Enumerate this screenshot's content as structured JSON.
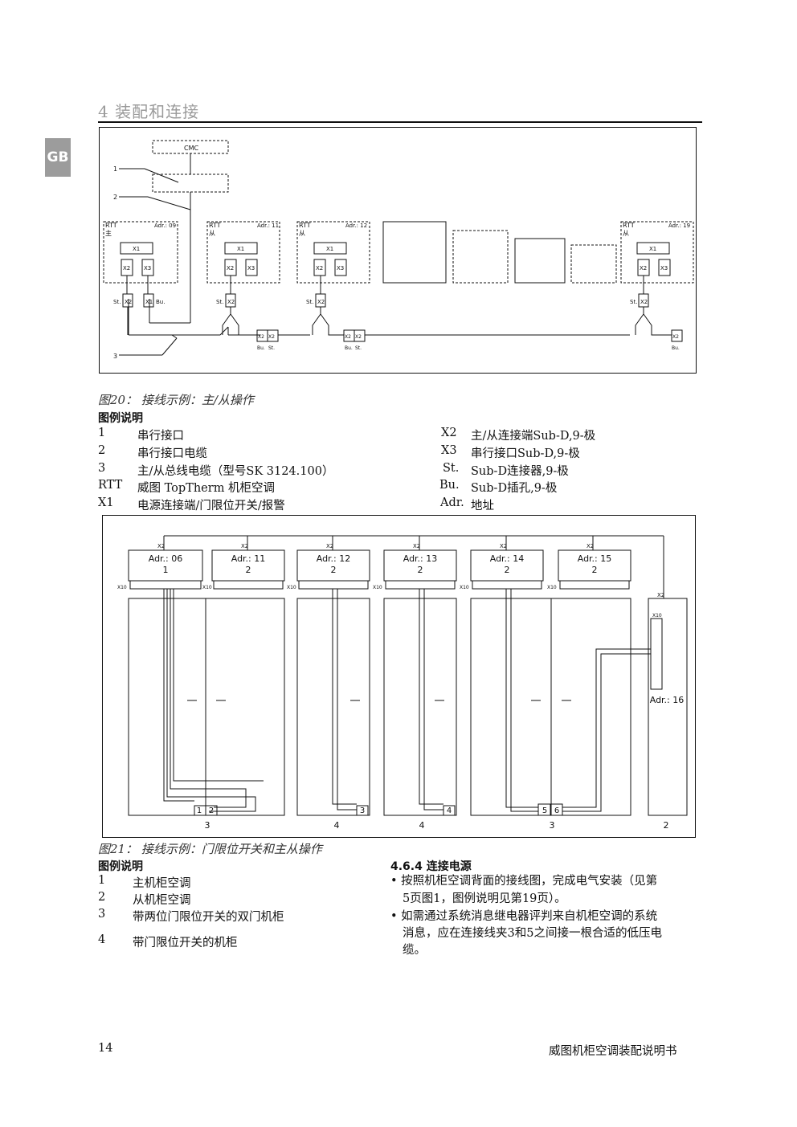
{
  "header": {
    "chapter_title": "4   装配和连接",
    "language_tab": "GB"
  },
  "fig20": {
    "cmc_label": "CMC",
    "callouts": [
      "1",
      "2",
      "3"
    ],
    "units": [
      {
        "rtt": "RTT",
        "role": "主",
        "addr": "Adr.: 09"
      },
      {
        "rtt": "RTT",
        "role": "从",
        "addr": "Adr.: 11"
      },
      {
        "rtt": "RTT",
        "role": "从",
        "addr": "Adr.: 12"
      },
      {
        "rtt": "RTT",
        "role": "从",
        "addr": "Adr.: 19"
      }
    ],
    "x1": "X1",
    "x2": "X2",
    "x3": "X3",
    "st": "St.",
    "bu": "Bu.",
    "caption": "图20：    接线示例：主/从操作"
  },
  "legend20": {
    "title": "图例说明",
    "left": [
      {
        "key": "1",
        "text": "串行接口"
      },
      {
        "key": "2",
        "text": "串行接口电缆"
      },
      {
        "key": "3",
        "text": "主/从总线电缆（型号SK 3124.100）"
      },
      {
        "key": "RTT",
        "text": "威图 TopTherm 机柜空调"
      },
      {
        "key": "X1",
        "text": "电源连接端/门限位开关/报警"
      }
    ],
    "right": [
      {
        "key": "X2",
        "text": "主/从连接端Sub-D,9-极"
      },
      {
        "key": "X3",
        "text": "串行接口Sub-D,9-极"
      },
      {
        "key": "St.",
        "text": "Sub-D连接器,9-极"
      },
      {
        "key": "Bu.",
        "text": "Sub-D插孔,9-极"
      },
      {
        "key": "Adr.",
        "text": "地址"
      }
    ]
  },
  "fig21": {
    "units": [
      {
        "addr": "Adr.: 06",
        "num": "1"
      },
      {
        "addr": "Adr.: 11",
        "num": "2"
      },
      {
        "addr": "Adr.: 12",
        "num": "2"
      },
      {
        "addr": "Adr.: 13",
        "num": "2"
      },
      {
        "addr": "Adr.: 14",
        "num": "2"
      },
      {
        "addr": "Adr.: 15",
        "num": "2"
      }
    ],
    "side_addr": "Adr.: 16",
    "x2": "X2",
    "x10": "X10",
    "cabinet_labels": [
      "3",
      "4",
      "4",
      "3",
      "2"
    ],
    "terminals": [
      "1",
      "2",
      "3",
      "4",
      "5",
      "6"
    ],
    "caption": "图21：  接线示例：门限位开关和主从操作"
  },
  "legend21": {
    "title": "图例说明",
    "items": [
      {
        "key": "1",
        "text": "主机柜空调"
      },
      {
        "key": "2",
        "text": "从机柜空调"
      },
      {
        "key": "3",
        "text": "带两位门限位开关的双门机柜"
      },
      {
        "key": "4",
        "text": "带门限位开关的机柜"
      }
    ]
  },
  "section": {
    "heading": "4.6.4 连接电源",
    "bullet1_line1": "• 按照机柜空调背面的接线图，完成电气安装（见第",
    "bullet1_line2": "5页图1，图例说明见第19页）。",
    "bullet2_line1": "• 如需通过系统消息继电器评判来自机柜空调的系统",
    "bullet2_line2": "消息，应在连接线夹3和5之间接一根合适的低压电",
    "bullet2_line3": "缆。"
  },
  "footer": {
    "page_number": "14",
    "doc_title": "威图机柜空调装配说明书"
  }
}
